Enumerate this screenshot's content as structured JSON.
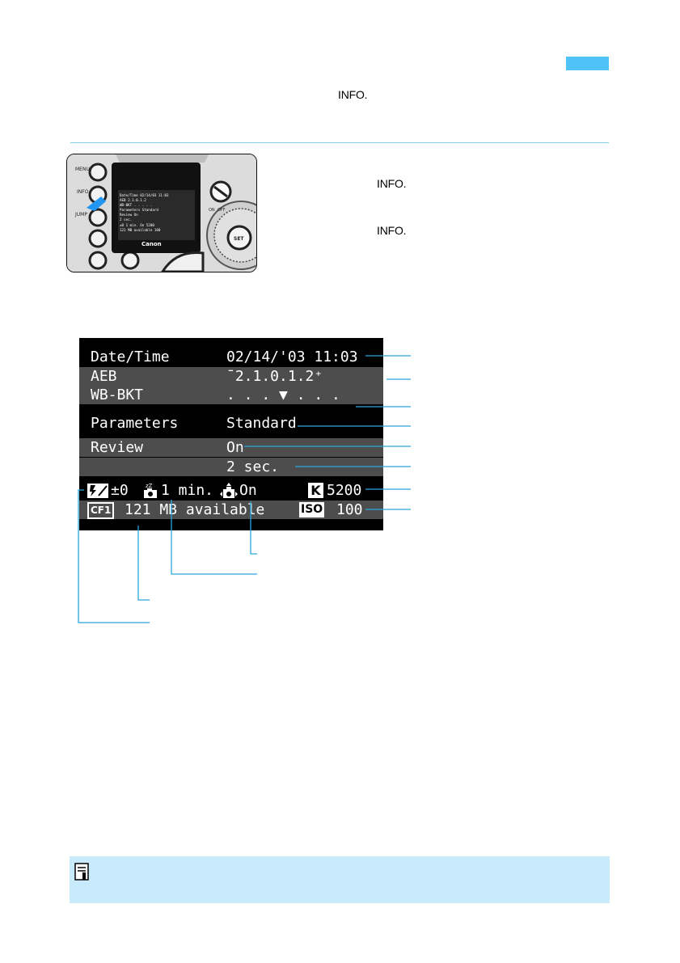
{
  "header": {
    "info_button_label": "INFO."
  },
  "instructions": {
    "step1_button_label": "INFO.",
    "step2_button_label": "INFO."
  },
  "lcd": {
    "rows": [
      {
        "label": "Date/Time",
        "value": "02/14/'03 11:03"
      },
      {
        "label": "AEB",
        "value": "ˉ2.1.0.1.2⁺"
      },
      {
        "label": "WB-BKT",
        "value": ". . . ▼ . . ."
      },
      {
        "label": "Parameters",
        "value": "Standard"
      },
      {
        "label": "Review",
        "value": "On"
      },
      {
        "label": "",
        "value": "2 sec."
      }
    ],
    "status_row": {
      "flash_comp": "±0",
      "auto_power_off": "1 min.",
      "orientation": "On",
      "color_temp_badge": "K",
      "color_temp": "5200"
    },
    "storage_row": {
      "card_badge": "CF1",
      "space": "121 MB available",
      "iso_badge": "ISO",
      "iso": "100"
    }
  },
  "camera_screen": {
    "brand": "Canon",
    "button_labels": [
      "MENU",
      "INFO.",
      "JUMP",
      "",
      ""
    ],
    "power_label": "ON",
    "off_label": "OFF",
    "set_label": "SET"
  },
  "colors": {
    "accent": "#4fc3f7",
    "rule": "#7fcdf3",
    "note_bg": "#c9eafb",
    "callout": "#29a8e0"
  }
}
